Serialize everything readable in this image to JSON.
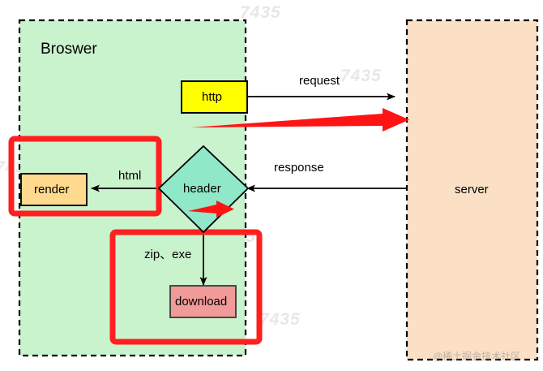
{
  "diagram": {
    "title_zones": {
      "browser": {
        "label": "Broswer",
        "fill": "#c9f3cd",
        "stroke": "#000000"
      },
      "server": {
        "label": "server",
        "fill": "#fbe0c6",
        "stroke": "#000000"
      }
    },
    "nodes": [
      {
        "id": "http",
        "label": "http",
        "fill": "#ffff00",
        "stroke": "#000000",
        "shape": "rect"
      },
      {
        "id": "header",
        "label": "header",
        "fill": "#8fe8c8",
        "stroke": "#000000",
        "shape": "diamond"
      },
      {
        "id": "render",
        "label": "render",
        "fill": "#ffd98e",
        "stroke": "#000000",
        "shape": "rect"
      },
      {
        "id": "download",
        "label": "download",
        "fill": "#f19a9a",
        "stroke": "#000000",
        "shape": "rect"
      }
    ],
    "edges": [
      {
        "id": "request",
        "label": "request",
        "from": "http",
        "to": "server",
        "color": "#000000"
      },
      {
        "id": "response",
        "label": "response",
        "from": "server",
        "to": "header",
        "color": "#000000"
      },
      {
        "id": "html",
        "label": "html",
        "from": "header",
        "to": "render",
        "color": "#000000"
      },
      {
        "id": "zip-exe",
        "label": "zip、exe",
        "from": "header",
        "to": "download",
        "color": "#000000"
      }
    ],
    "highlights": [
      {
        "id": "render-highlight",
        "color": "#ff1f1f"
      },
      {
        "id": "download-highlight",
        "color": "#ff1f1f"
      },
      {
        "id": "request-emphasis-arrow",
        "color": "#ff1414"
      },
      {
        "id": "header-branch-arrow",
        "color": "#ff1414"
      }
    ],
    "watermarks": {
      "tile_text": "7435",
      "footer": "@稀土掘金技术社区"
    }
  }
}
